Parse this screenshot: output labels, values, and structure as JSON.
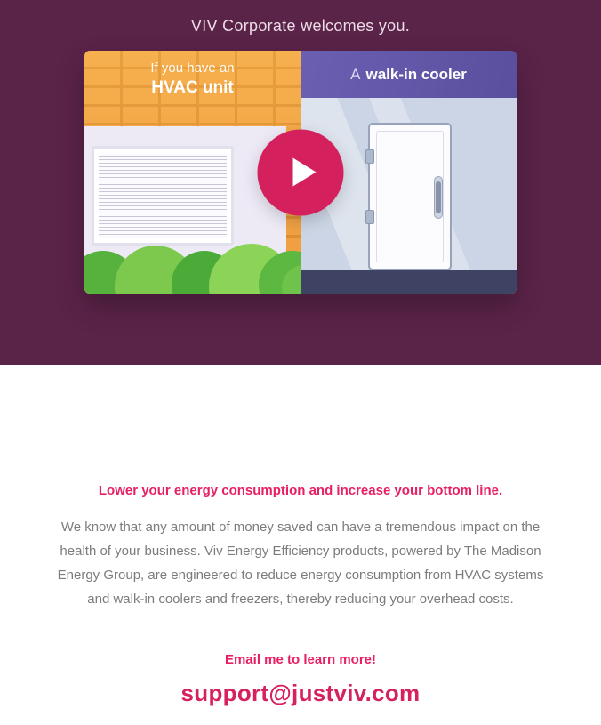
{
  "hero": {
    "title": "VIV Corporate welcomes you.",
    "video": {
      "left_caption_line1": "If you have an",
      "left_caption_line2": "HVAC unit",
      "right_caption_prefix": "A",
      "right_caption_bold": "walk-in cooler"
    }
  },
  "content": {
    "headline": "Lower your energy consumption and increase your bottom line.",
    "paragraph": "We know that any amount of money saved can have a tremendous impact on the health of your business. Viv Energy Efficiency products, powered by The Madison Energy Group, are engineered to reduce energy consumption from HVAC systems and walk-in coolers and freezers, thereby reducing your overhead costs.",
    "cta": "Email me to learn more!",
    "email": "support@justviv.com"
  },
  "icons": {
    "play_icon": "play-triangle"
  },
  "colors": {
    "hero_background": "#5a2348",
    "accent_pink": "#e81f63",
    "play_button": "#d4215e",
    "cooler_header_purple": "#6a5fb2",
    "brick_orange": "#f3a444",
    "bush_green": "#6fc24a",
    "cooler_wall_blue": "#ccd5e5",
    "floor_navy": "#3e4364"
  }
}
